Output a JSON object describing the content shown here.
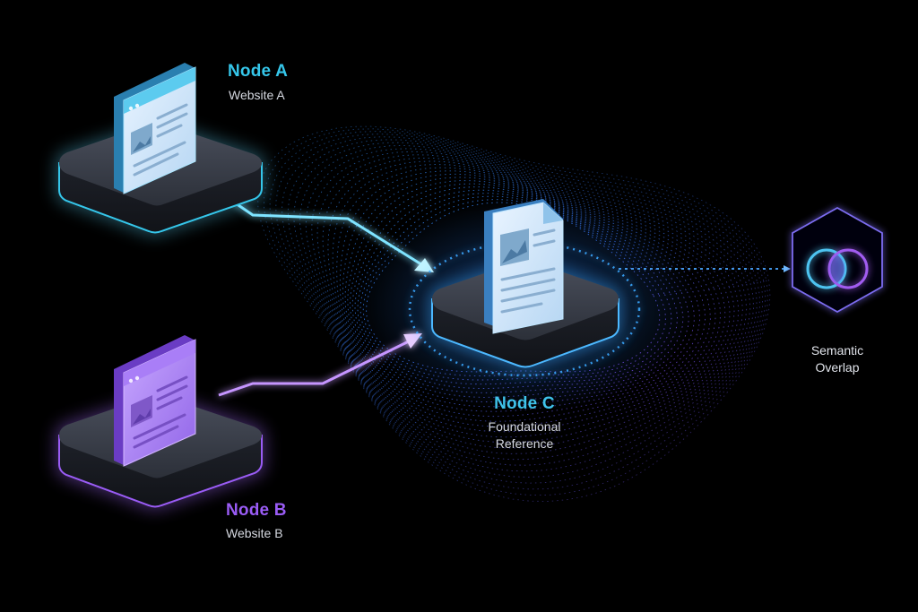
{
  "nodes": {
    "a": {
      "title": "Node A",
      "subtitle": "Website A",
      "color": "#35c6ea"
    },
    "b": {
      "title": "Node B",
      "subtitle": "Website B",
      "color": "#9a5cf5"
    },
    "c": {
      "title": "Node C",
      "subtitle_line1": "Foundational",
      "subtitle_line2": "Reference",
      "color": "#3fc3ea"
    }
  },
  "overlap": {
    "line1": "Semantic",
    "line2": "Overlap"
  },
  "icons": {
    "node_a": "website-window-icon",
    "node_b": "website-window-icon",
    "node_c": "document-icon",
    "overlap": "venn-overlap-icon"
  },
  "colors": {
    "background": "#000000",
    "cyan": "#35c6ea",
    "purple": "#9a5cf5",
    "blue": "#2f7df0"
  }
}
